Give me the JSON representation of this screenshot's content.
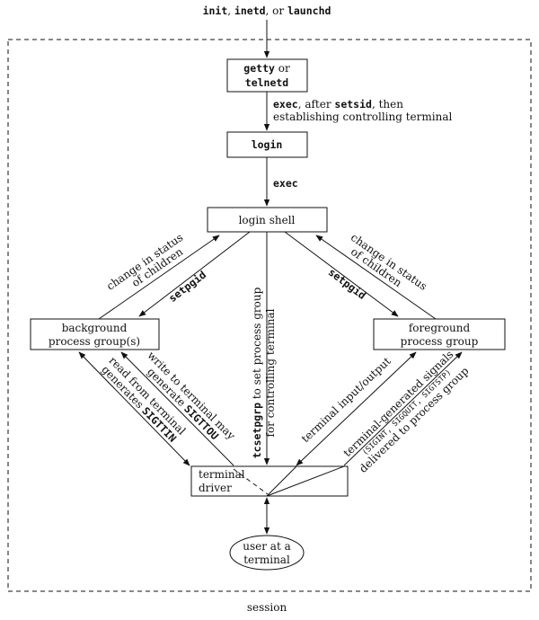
{
  "top": {
    "init": "init",
    "sep1": ", ",
    "inetd": "inetd",
    "sep2": ", or ",
    "launchd": "launchd"
  },
  "boxes": {
    "getty": {
      "line1_mono": "getty",
      "line1_rest": " or",
      "line2": "telnetd"
    },
    "login": "login",
    "login_shell": "login shell",
    "background": {
      "line1": "background",
      "line2": "process group(s)"
    },
    "foreground": {
      "line1": "foreground",
      "line2": "process group"
    },
    "terminal_driver": {
      "line1": "terminal",
      "line2": "driver"
    },
    "user_terminal": {
      "line1": "user at a",
      "line2": "terminal"
    }
  },
  "labels": {
    "exec_after": {
      "exec": "exec",
      "after": ", after ",
      "setsid": "setsid",
      "then": ", then",
      "line2": "establishing controlling terminal"
    },
    "exec2": "exec",
    "change_left": {
      "line1": "change in status",
      "line2": "of children"
    },
    "setpgid_left": "setpgid",
    "tcsetpgrp": {
      "mono": "tcsetpgrp",
      "rest": " to set process group",
      "line2": "for controlling terminal"
    },
    "setpgid_right": "setpgid",
    "change_right": {
      "line1": "change in status",
      "line2": "of children"
    },
    "write_terminal": {
      "line1": "write to terminal may",
      "line2_a": "generate ",
      "line2_mono": "SIGTTOU"
    },
    "read_terminal": {
      "line1": "read from terminal",
      "line2_a": "generates ",
      "line2_mono": "SIGTTIN"
    },
    "terminal_io": "terminal input/output",
    "term_signals": {
      "line1": "terminal-generated signals",
      "line2": "(SIGINT, SIGQUIT, SIGTSTP)",
      "line3": "delivered to process group"
    }
  },
  "session_label": "session"
}
